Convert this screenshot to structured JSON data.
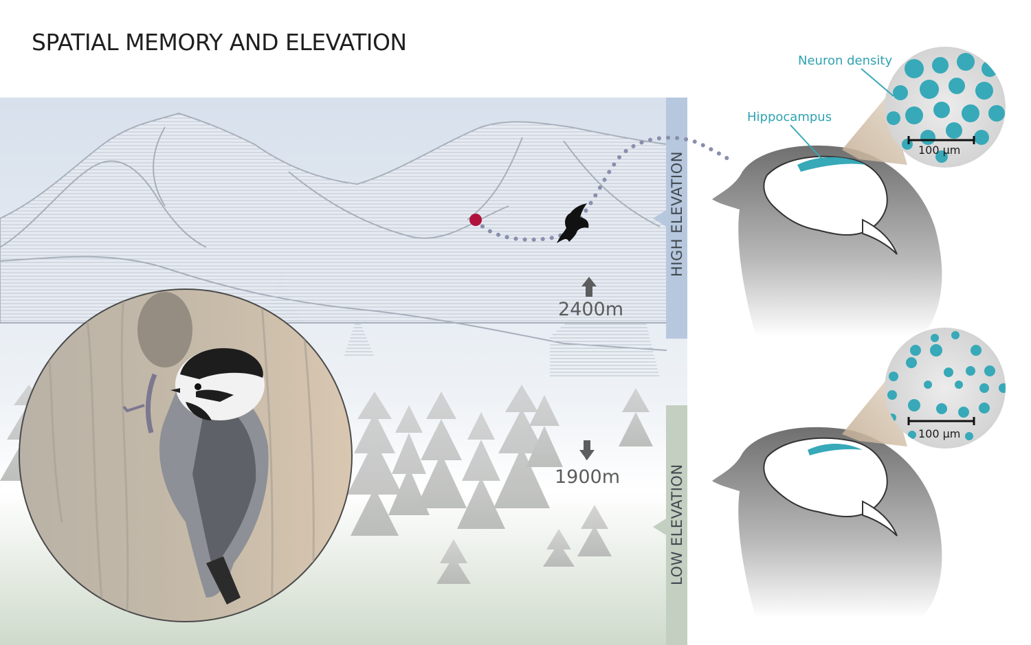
{
  "title": "SPATIAL MEMORY AND ELEVATION",
  "bands": {
    "high": "HIGH ELEVATION",
    "low": "LOW ELEVATION"
  },
  "elevations": {
    "high": "2400m",
    "low": "1900m"
  },
  "callouts": {
    "neuron_density": "Neuron density",
    "hippocampus": "Hippocampus"
  },
  "scale_bars": {
    "high": "100 µm",
    "low": "100 µm"
  },
  "colors": {
    "accent": "#37a9b8",
    "cache_marker": "#b0123e",
    "flight_path": "#8a8fae",
    "high_band": "#b7c8de",
    "low_band": "#c3cfc0"
  },
  "icons": [
    "up-arrow-icon",
    "down-arrow-icon",
    "bird-silhouette-icon",
    "cache-marker-icon"
  ]
}
